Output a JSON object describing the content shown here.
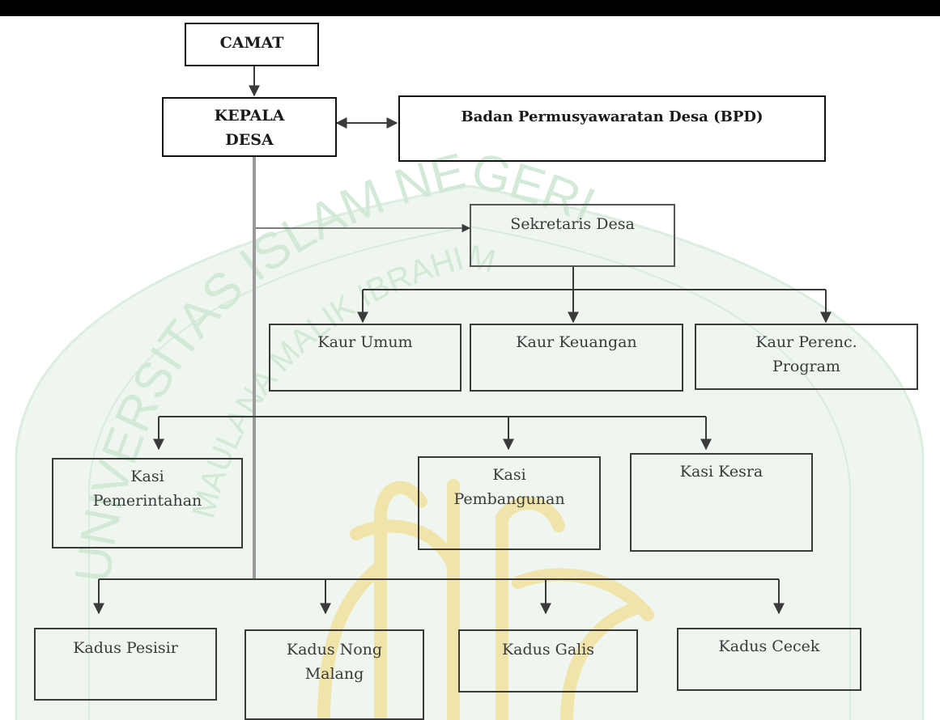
{
  "nodes": {
    "camat": "CAMAT",
    "kepala_desa": [
      "KEPALA",
      "DESA"
    ],
    "bpd": "Badan Permusyawaratan Desa (BPD)",
    "sekretaris": "Sekretaris Desa",
    "kaur_umum": "Kaur Umum",
    "kaur_keuangan": "Kaur Keuangan",
    "kaur_perenc": [
      "Kaur Perenc.",
      "Program"
    ],
    "kasi_pemerintahan": [
      "Kasi",
      "Pemerintahan"
    ],
    "kasi_pembangunan": [
      "Kasi",
      "Pembangunan"
    ],
    "kasi_kesra": "Kasi Kesra",
    "kadus_pesisir": "Kadus Pesisir",
    "kadus_nong_malang": [
      "Kadus Nong",
      "Malang"
    ],
    "kadus_galis": "Kadus Galis",
    "kadus_cecek": "Kadus Cecek"
  },
  "watermark": {
    "text": "UNIVERSITAS ISLAM NEGERI",
    "subtext": "MAULANA MALIK IBRAHIM",
    "color": "#cfe8d4",
    "calligraphy_color": "#f3e6a8"
  },
  "colors": {
    "line": "#3a3a3a",
    "spine": "#9a9a9a",
    "top_bar": "#000000"
  }
}
